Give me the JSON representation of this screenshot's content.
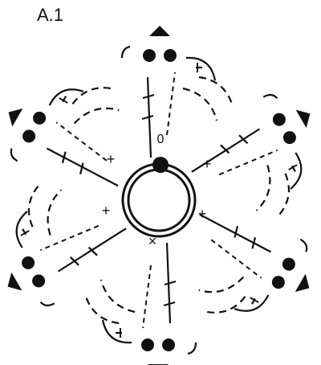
{
  "diagram": {
    "title": "A.1",
    "start_label": "0",
    "symbols": {
      "single_crochet": "+",
      "decrease_mark": "×"
    },
    "colors": {
      "ink": "#111111",
      "background": "#ffffff"
    },
    "symmetry": 6
  }
}
